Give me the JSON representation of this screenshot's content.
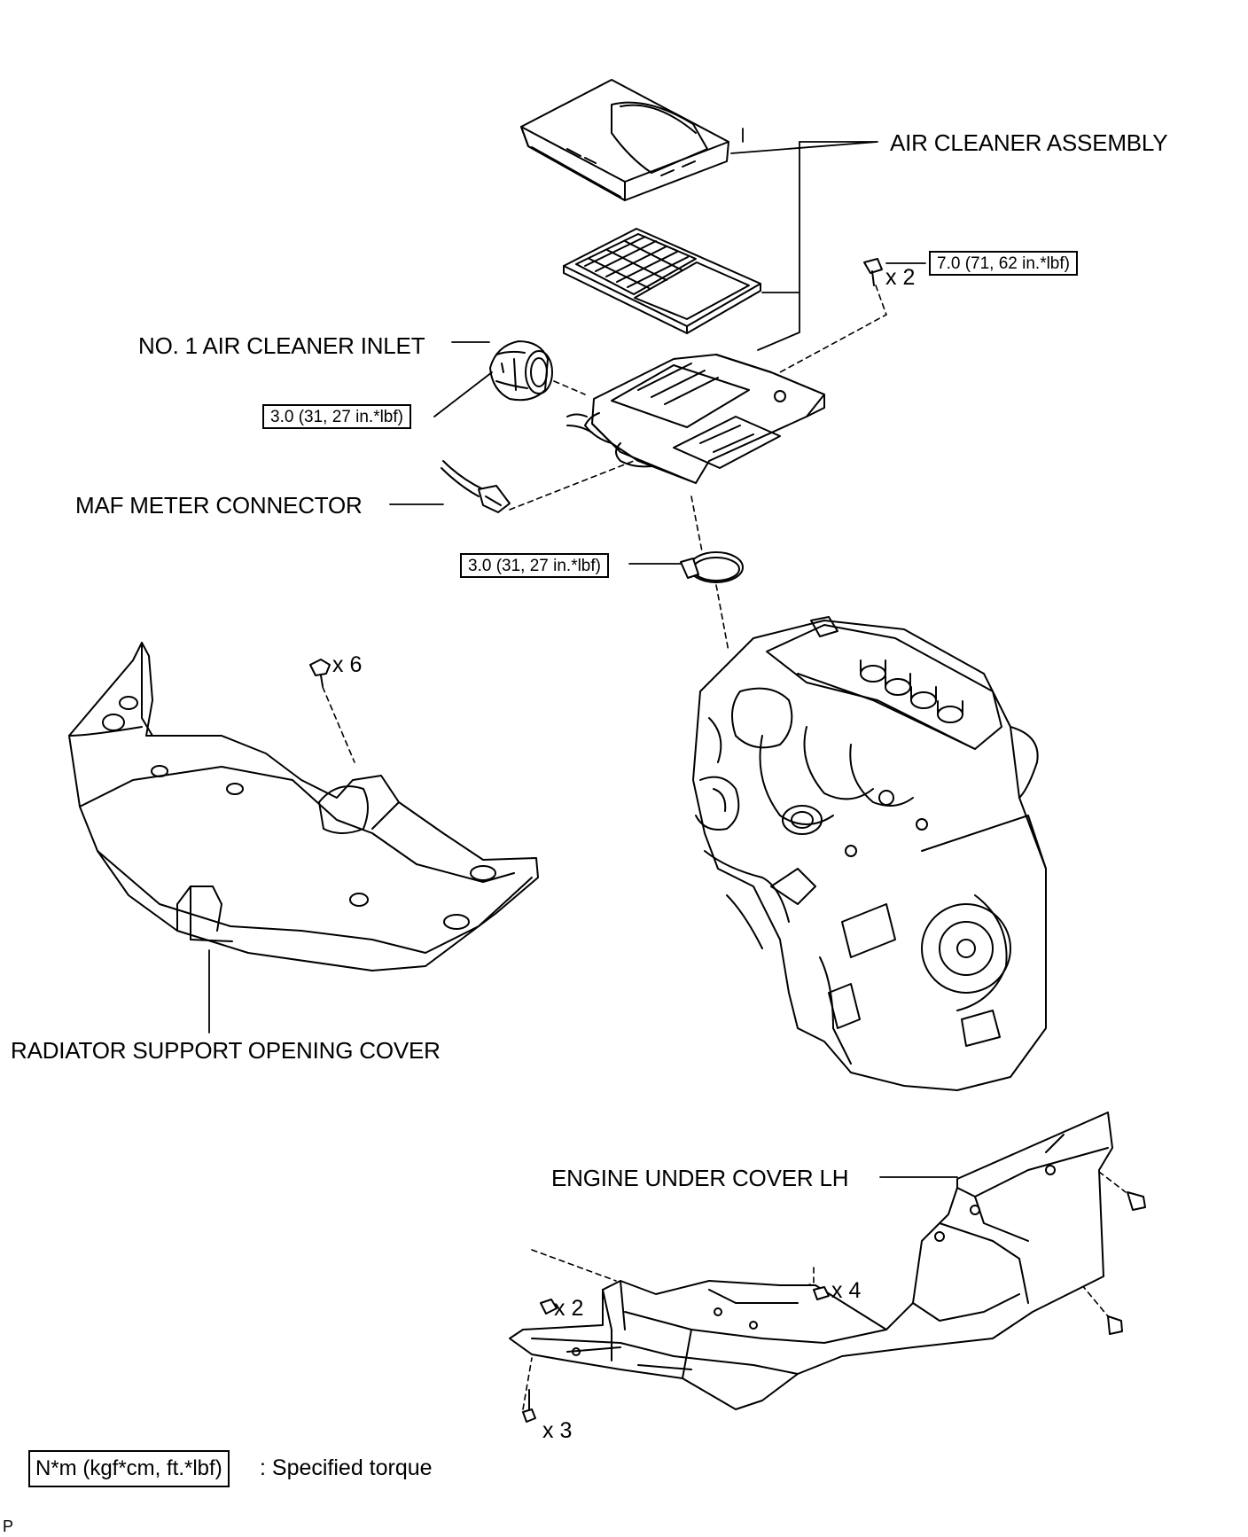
{
  "labels": {
    "air_cleaner_assembly": "AIR CLEANER ASSEMBLY",
    "no1_air_cleaner_inlet": "NO. 1 AIR CLEANER INLET",
    "maf_meter_connector": "MAF METER CONNECTOR",
    "radiator_support_opening_cover": "RADIATOR SUPPORT OPENING COVER",
    "engine_under_cover_lh": "ENGINE UNDER COVER LH"
  },
  "torques": {
    "air_cleaner_bolt": "7.0 (71, 62 in.*lbf)",
    "inlet_clamp": "3.0 (31, 27 in.*lbf)",
    "hose_clamp": "3.0 (31, 27 in.*lbf)"
  },
  "quantities": {
    "air_cleaner_bolts": "x 2",
    "radiator_clips": "x 6",
    "under_cover_left": "x 2",
    "under_cover_right": "x 4",
    "under_cover_bottom": "x 3"
  },
  "legend": {
    "unit_box": "N*m (kgf*cm, ft.*lbf)",
    "description": ": Specified torque"
  },
  "corner_mark": "P"
}
